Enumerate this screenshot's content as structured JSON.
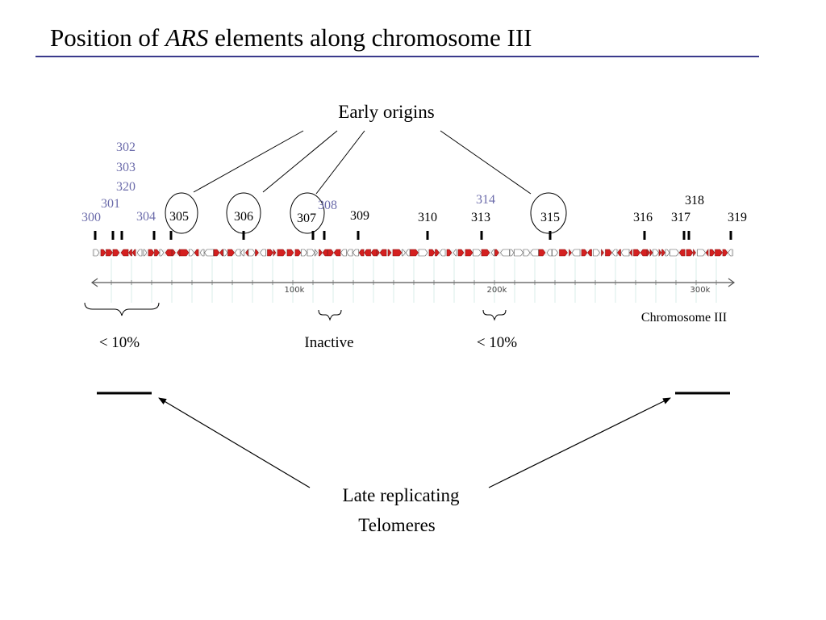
{
  "title": {
    "prefix": "Position of ",
    "emphasis": "ARS",
    "suffix": " elements along chromosome III"
  },
  "colors": {
    "rule": "#3a3a8c",
    "label_black": "#000000",
    "label_blue": "#6b6baa",
    "gene_red": "#d42020"
  },
  "header_labels": {
    "early_origins": "Early origins"
  },
  "ars_labels": [
    {
      "id": "ars-302",
      "text": "302",
      "color": "blue"
    },
    {
      "id": "ars-303",
      "text": "303",
      "color": "blue"
    },
    {
      "id": "ars-320",
      "text": "320",
      "color": "blue"
    },
    {
      "id": "ars-301",
      "text": "301",
      "color": "blue"
    },
    {
      "id": "ars-300",
      "text": "300",
      "color": "blue"
    },
    {
      "id": "ars-304",
      "text": "304",
      "color": "blue"
    },
    {
      "id": "ars-305",
      "text": "305",
      "color": "black",
      "circled": true
    },
    {
      "id": "ars-306",
      "text": "306",
      "color": "black",
      "circled": true
    },
    {
      "id": "ars-307",
      "text": "307",
      "color": "black",
      "circled": true
    },
    {
      "id": "ars-308",
      "text": "308",
      "color": "blue"
    },
    {
      "id": "ars-309",
      "text": "309",
      "color": "black"
    },
    {
      "id": "ars-310",
      "text": "310",
      "color": "black"
    },
    {
      "id": "ars-313",
      "text": "313",
      "color": "black"
    },
    {
      "id": "ars-314",
      "text": "314",
      "color": "blue"
    },
    {
      "id": "ars-315",
      "text": "315",
      "color": "black",
      "circled": true
    },
    {
      "id": "ars-316",
      "text": "316",
      "color": "black"
    },
    {
      "id": "ars-317",
      "text": "317",
      "color": "black"
    },
    {
      "id": "ars-318",
      "text": "318",
      "color": "black"
    },
    {
      "id": "ars-319",
      "text": "319",
      "color": "black"
    }
  ],
  "axis": {
    "ticks": [
      "100k",
      "200k",
      "300k"
    ],
    "chromosome_label": "Chromosome III"
  },
  "brace_labels": {
    "left_low": "< 10%",
    "inactive": "Inactive",
    "right_low": "< 10%"
  },
  "bottom_labels": {
    "late_replicating": "Late replicating",
    "telomeres": "Telomeres"
  }
}
